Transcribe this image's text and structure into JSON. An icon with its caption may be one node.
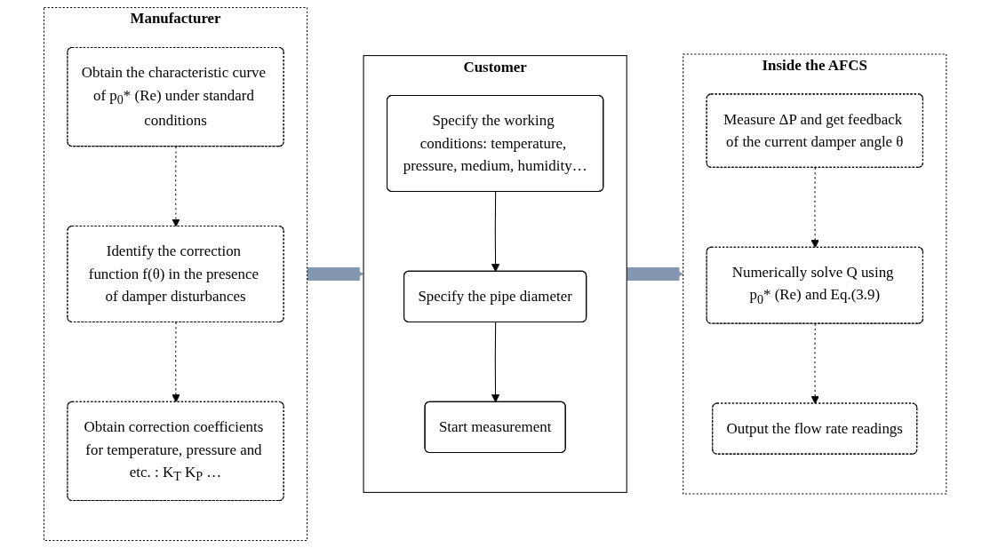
{
  "diagram": {
    "nodes": [
      {
        "text": [
          "Manufacturer"
        ]
      },
      {
        "text": [
          "Obtain the characteristic curve of p$_{0}$* (Re) under standard conditions"
        ],
        "in": 0
      },
      {
        "text": [
          "Identify the correction function f(θ) in the presence of damper disturbances"
        ],
        "in": 0
      },
      {
        "text": [
          "Obtain correction coefficients for temperature, pressure and etc. : K$_{T}$ K$_{P}$ …"
        ],
        "in": 0
      },
      {
        "text": [
          "Customer"
        ]
      },
      {
        "text": [
          "Specify the working conditions: temperature, pressure, medium, humidity…"
        ],
        "in": 4
      },
      {
        "text": [
          "Specify the pipe diameter"
        ],
        "in": 4
      },
      {
        "text": [
          "Start measurement"
        ],
        "in": 4
      },
      {
        "text": [
          "Inside the AFCS"
        ]
      },
      {
        "text": [
          "Measure ΔP and get feedback of the current damper angle θ"
        ],
        "in": 8
      },
      {
        "text": [
          "Numerically solve Q using p$_{0}$* (Re) and Eq.(3.9)"
        ],
        "in": 8
      },
      {
        "text": [
          "Output the flow rate readings"
        ],
        "in": 8
      }
    ],
    "edges": [
      {
        "from": 1,
        "to": 2,
        "arrow": "to",
        "style": "dashed"
      },
      {
        "from": 2,
        "to": 3,
        "arrow": "to",
        "style": "dashed"
      },
      {
        "from": 5,
        "to": 6,
        "arrow": "to"
      },
      {
        "from": 6,
        "to": 7,
        "arrow": "to"
      },
      {
        "from": 9,
        "to": 10,
        "arrow": "to",
        "style": "dashed"
      },
      {
        "from": 10,
        "to": 11,
        "arrow": "to",
        "style": "dashed"
      },
      {
        "from": 0,
        "to": 4,
        "arrow": "to",
        "style": "thick",
        "color": "#8497b0"
      },
      {
        "from": 4,
        "to": 8,
        "arrow": "to",
        "style": "thick",
        "color": "#8497b0"
      }
    ]
  }
}
